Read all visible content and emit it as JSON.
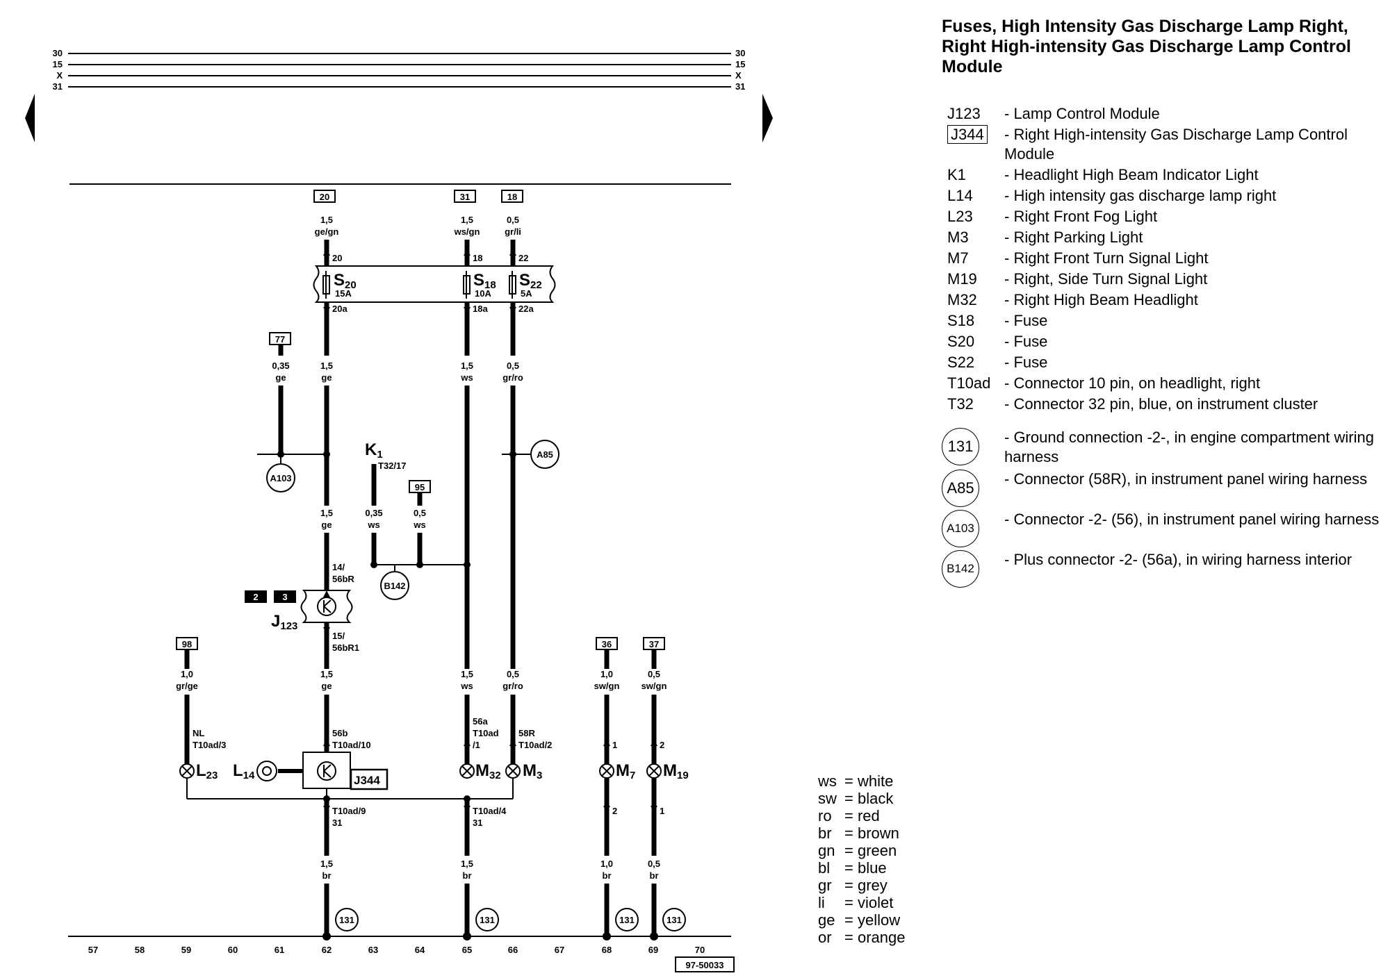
{
  "title": "Fuses, High Intensity Gas Discharge Lamp Right, Right High-intensity Gas Discharge Lamp Control Module",
  "components": [
    {
      "code": "J123",
      "boxed": false,
      "desc": "- Lamp Control Module"
    },
    {
      "code": "J344",
      "boxed": true,
      "desc": "- Right High-intensity Gas Discharge Lamp Control Module"
    },
    {
      "code": "K1",
      "boxed": false,
      "desc": "- Headlight High Beam Indicator Light"
    },
    {
      "code": "L14",
      "boxed": false,
      "desc": "- High intensity gas discharge lamp right"
    },
    {
      "code": "L23",
      "boxed": false,
      "desc": "- Right Front Fog Light"
    },
    {
      "code": "M3",
      "boxed": false,
      "desc": "- Right Parking Light"
    },
    {
      "code": "M7",
      "boxed": false,
      "desc": "- Right Front Turn Signal Light"
    },
    {
      "code": "M19",
      "boxed": false,
      "desc": "- Right, Side Turn Signal Light"
    },
    {
      "code": "M32",
      "boxed": false,
      "desc": "- Right High Beam Headlight"
    },
    {
      "code": "S18",
      "boxed": false,
      "desc": "- Fuse"
    },
    {
      "code": "S20",
      "boxed": false,
      "desc": "- Fuse"
    },
    {
      "code": "S22",
      "boxed": false,
      "desc": "- Fuse"
    },
    {
      "code": "T10ad",
      "boxed": false,
      "desc": "- Connector 10 pin, on headlight, right"
    },
    {
      "code": "T32",
      "boxed": false,
      "desc": "- Connector 32 pin, blue, on instrument cluster"
    }
  ],
  "grounds": [
    {
      "code": "131",
      "desc": "- Ground connection -2-, in engine compartment wiring harness"
    },
    {
      "code": "A85",
      "desc": "- Connector (58R), in instrument panel wiring harness"
    },
    {
      "code": "A103",
      "desc": "- Connector -2- (56), in instrument panel wiring harness"
    },
    {
      "code": "B142",
      "desc": "- Plus connector -2- (56a), in wiring harness interior"
    }
  ],
  "color_key": [
    {
      "abbr": "ws",
      "name": "= white"
    },
    {
      "abbr": "sw",
      "name": "= black"
    },
    {
      "abbr": "ro",
      "name": "= red"
    },
    {
      "abbr": "br",
      "name": "= brown"
    },
    {
      "abbr": "gn",
      "name": "= green"
    },
    {
      "abbr": "bl",
      "name": "= blue"
    },
    {
      "abbr": "gr",
      "name": "= grey"
    },
    {
      "abbr": "li",
      "name": "= violet"
    },
    {
      "abbr": "ge",
      "name": "= yellow"
    },
    {
      "abbr": "or",
      "name": "= orange"
    }
  ],
  "diagram": {
    "bus_labels": [
      "30",
      "15",
      "X",
      "31"
    ],
    "track_numbers": [
      "57",
      "58",
      "59",
      "60",
      "61",
      "62",
      "63",
      "64",
      "65",
      "66",
      "67",
      "68",
      "69",
      "70"
    ],
    "figure_id": "97-50033",
    "ref_boxes": [
      "20",
      "31",
      "18",
      "77",
      "95",
      "98",
      "36",
      "37"
    ],
    "black_boxes": [
      "2",
      "3"
    ],
    "fuses": [
      {
        "name": "S",
        "sub": "20",
        "rating": "15A",
        "in": "20",
        "out": "20a"
      },
      {
        "name": "S",
        "sub": "18",
        "rating": "10A",
        "in": "18",
        "out": "18a"
      },
      {
        "name": "S",
        "sub": "22",
        "rating": "5A",
        "in": "22",
        "out": "22a"
      }
    ],
    "wire_labels": {
      "w20_top": [
        "1,5",
        "ge/gn"
      ],
      "w31_top": [
        "1,5",
        "ws/gn"
      ],
      "w18_top": [
        "0,5",
        "gr/li"
      ],
      "w77": [
        "0,35",
        "ge"
      ],
      "s20_out": [
        "1,5",
        "ge"
      ],
      "s18_out": [
        "1,5",
        "ws"
      ],
      "s22_out": [
        "0,5",
        "gr/ro"
      ],
      "mid_ge": [
        "1,5",
        "ge"
      ],
      "k1": [
        "0,35",
        "ws"
      ],
      "w95": [
        "0,5",
        "ws"
      ],
      "j123_out": [
        "1,5",
        "ge"
      ],
      "w98": [
        "1,0",
        "gr/ge"
      ],
      "ws_low": [
        "1,5",
        "ws"
      ],
      "grro_low": [
        "0,5",
        "gr/ro"
      ],
      "w36": [
        "1,0",
        "sw/gn"
      ],
      "w37": [
        "0,5",
        "sw/gn"
      ],
      "gnd1": [
        "1,5",
        "br"
      ],
      "gnd2": [
        "1,5",
        "br"
      ],
      "gnd3": [
        "1,0",
        "br"
      ],
      "gnd4": [
        "0,5",
        "br"
      ]
    },
    "pin_labels": {
      "k1_pin": "T32/17",
      "j123_in": [
        "14/",
        "56bR"
      ],
      "j123_out": [
        "15/",
        "56bR1"
      ],
      "l23_pin": [
        "NL",
        "T10ad/3"
      ],
      "j344_pin": [
        "56b",
        "T10ad/10"
      ],
      "m32_pin": [
        "56a",
        "T10ad",
        "/1"
      ],
      "m3_pin": [
        "58R",
        "T10ad/2"
      ],
      "m7_in": "1",
      "m19_in": "2",
      "gnd_pin1": [
        "T10ad/9",
        "31"
      ],
      "gnd_pin2": [
        "T10ad/4",
        "31"
      ],
      "m7_out": "2",
      "m19_out": "1"
    },
    "parts": {
      "k1": {
        "name": "K",
        "sub": "1"
      },
      "j123": {
        "name": "J",
        "sub": "123"
      },
      "l23": {
        "name": "L",
        "sub": "23"
      },
      "l14": {
        "name": "L",
        "sub": "14"
      },
      "j344": "J344",
      "m32": {
        "name": "M",
        "sub": "32"
      },
      "m3": {
        "name": "M",
        "sub": "3"
      },
      "m7": {
        "name": "M",
        "sub": "7"
      },
      "m19": {
        "name": "M",
        "sub": "19"
      }
    },
    "connectors": {
      "a103": "A103",
      "a85": "A85",
      "b142": "B142",
      "gnd": "131"
    }
  }
}
